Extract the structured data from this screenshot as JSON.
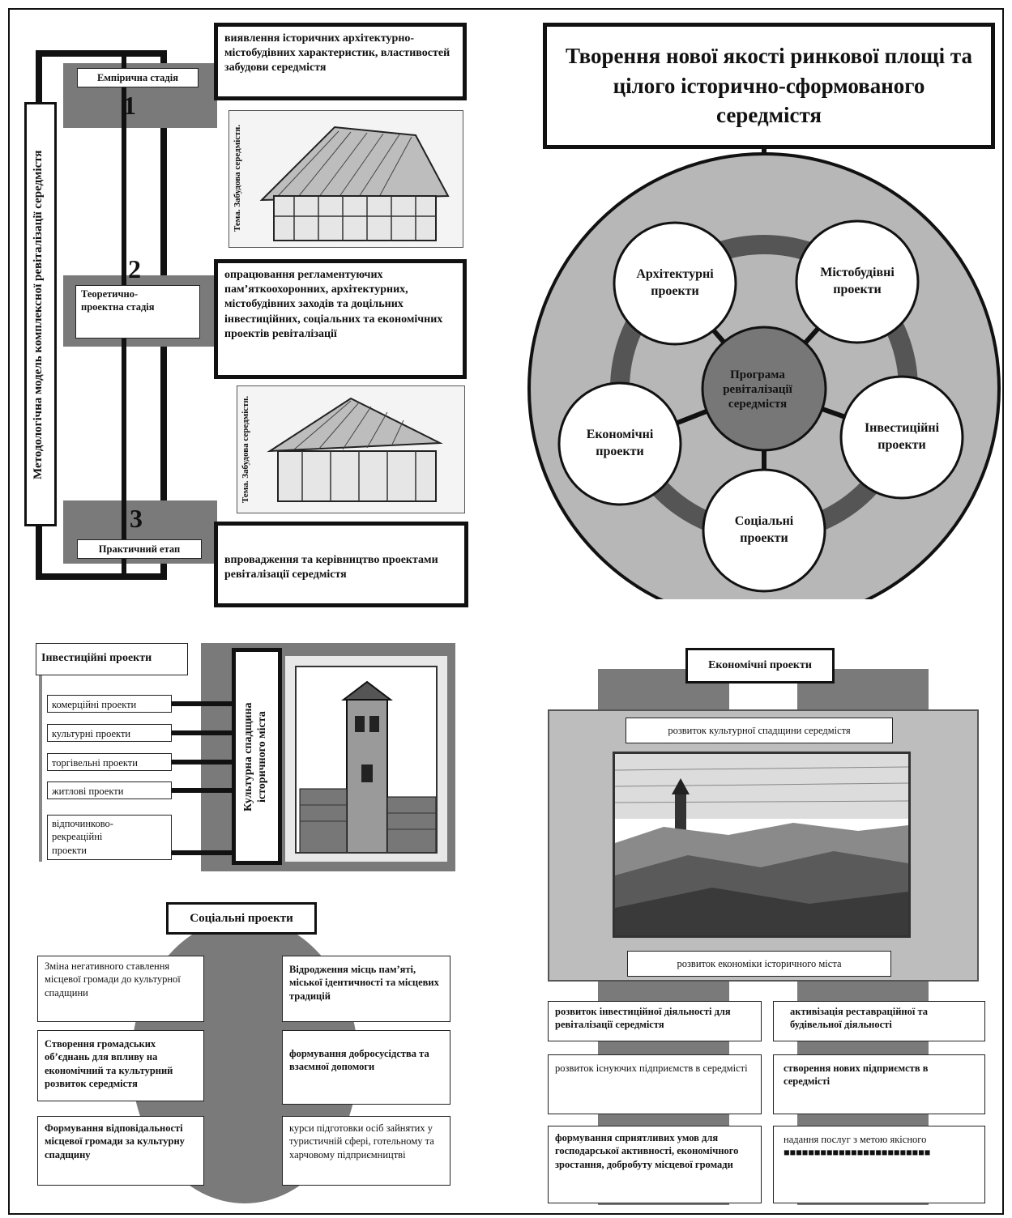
{
  "methodology": {
    "model_title": "Методологічна модель комплексної ревіталізації середмістя",
    "stages": [
      {
        "number": "1",
        "label": "Емпірична стадія",
        "description": "виявлення історичних архітектурно-містобудівних характеристик, властивостей забудови середмістя",
        "sketch_caption": "Тема. Забудова середмістя."
      },
      {
        "number": "2",
        "label": "Теоретично-проектна стадія",
        "description": "опрацювання регламентуючих пам’яткоохоронних, архітектурних, містобудівних заходів та доцільних інвестиційних, соціальних та економічних проектів ревіталізації",
        "sketch_caption": "Тема. Забудова середмістя."
      },
      {
        "number": "3",
        "label": "Практичний етап",
        "description": "впровадження та керівництво проектами ревіталізації середмістя"
      }
    ]
  },
  "goal": {
    "title": "Творення нової якості ринкової площі та цілого історично-сформованого середмістя"
  },
  "program": {
    "center": "Програма ревіталізації середмістя",
    "nodes": [
      "Архітектурні проекти",
      "Містобудівні проекти",
      "Інвестиційні проекти",
      "Соціальні проекти",
      "Економічні проекти"
    ]
  },
  "investment": {
    "title": "Інвестиційні проекти",
    "items": [
      "комерційні проекти",
      "культурні проекти",
      "торгівельні проекти",
      "житлові проекти",
      "відпочинково-рекреаційні проекти"
    ],
    "heritage_label": "Культурна спадщина історичного міста"
  },
  "social": {
    "title": "Соціальні проекти",
    "left_items": [
      "Зміна негативного ставлення місцевої громади до культурної спадщини",
      "Створення громадських об’єднань для впливу на економічний та культурний розвиток середмістя",
      "Формування відповідальності місцевої громади за культурну спадщину"
    ],
    "right_items": [
      "Відродження місць пам’яті, міської ідентичності та місцевих традицій",
      "формування добросусідства та взаємної допомоги",
      "курси підготовки осіб зайнятих у туристичній сфері, готельному та харчовому підприємництві"
    ]
  },
  "economic": {
    "title": "Економічні проекти",
    "top_label": "розвиток культурної спадщини середмістя",
    "bottom_label": "розвиток економіки історичного міста",
    "left_items": [
      "розвиток інвестиційної діяльності для ревіталізації середмістя",
      "розвиток існуючих підприємств в середмісті",
      "формування сприятливих умов для господарської активності, економічного зростання, добробуту місцевої громади"
    ],
    "right_items": [
      "активізація реставраційної та будівельної діяльності",
      "створення нових підприємств в середмісті",
      "надання послуг з метою якісного ■■■■■■■■■■■■■■■■■■■■■■■■"
    ]
  },
  "colors": {
    "dark_gray": "#7a7a7a",
    "light_gray": "#cfcfcf",
    "mid_gray": "#a9a9a9",
    "black": "#111111"
  }
}
